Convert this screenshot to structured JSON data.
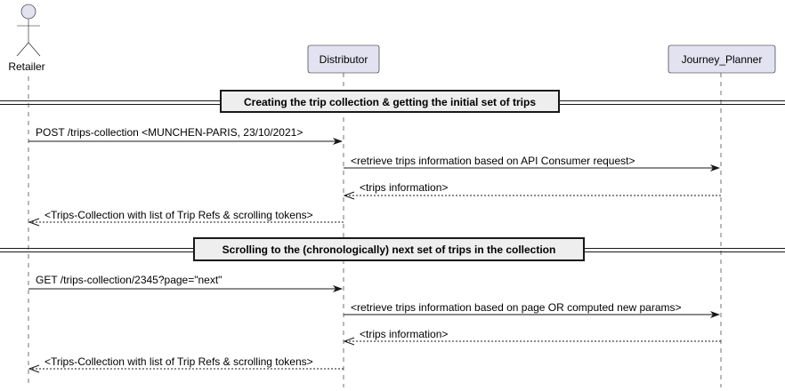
{
  "participants": [
    {
      "id": "retailer",
      "name": "Retailer",
      "kind": "actor"
    },
    {
      "id": "distributor",
      "name": "Distributor",
      "kind": "participant"
    },
    {
      "id": "journey_planner",
      "name": "Journey_Planner",
      "kind": "participant"
    }
  ],
  "sections": [
    {
      "title": "Creating the trip collection & getting the initial set of trips"
    },
    {
      "title": "Scrolling to the (chronologically) next set of trips in the collection"
    }
  ],
  "messages": [
    {
      "from": "retailer",
      "to": "distributor",
      "style": "solid",
      "text": "POST /trips-collection <MUNCHEN-PARIS, 23/10/2021>"
    },
    {
      "from": "distributor",
      "to": "journey_planner",
      "style": "solid",
      "text": "<retrieve trips information based on API Consumer request>"
    },
    {
      "from": "journey_planner",
      "to": "distributor",
      "style": "dashed",
      "text": "<trips information>"
    },
    {
      "from": "distributor",
      "to": "retailer",
      "style": "dashed",
      "text": "<Trips-Collection with list of Trip Refs & scrolling tokens>"
    },
    {
      "from": "retailer",
      "to": "distributor",
      "style": "solid",
      "text": "GET /trips-collection/2345?page=\"next\""
    },
    {
      "from": "distributor",
      "to": "journey_planner",
      "style": "solid",
      "text": "<retrieve trips information based on page OR computed new params>"
    },
    {
      "from": "journey_planner",
      "to": "distributor",
      "style": "dashed",
      "text": "<trips information>"
    },
    {
      "from": "distributor",
      "to": "retailer",
      "style": "dashed",
      "text": "<Trips-Collection with list of Trip Refs & scrolling tokens>"
    }
  ],
  "colors": {
    "participant_fill": "#E2E2F0",
    "participant_stroke": "#181818",
    "actor_fill": "#E2E2F0",
    "lifeline": "#181818",
    "section_box_fill": "#EEEEEE",
    "line": "#181818"
  }
}
